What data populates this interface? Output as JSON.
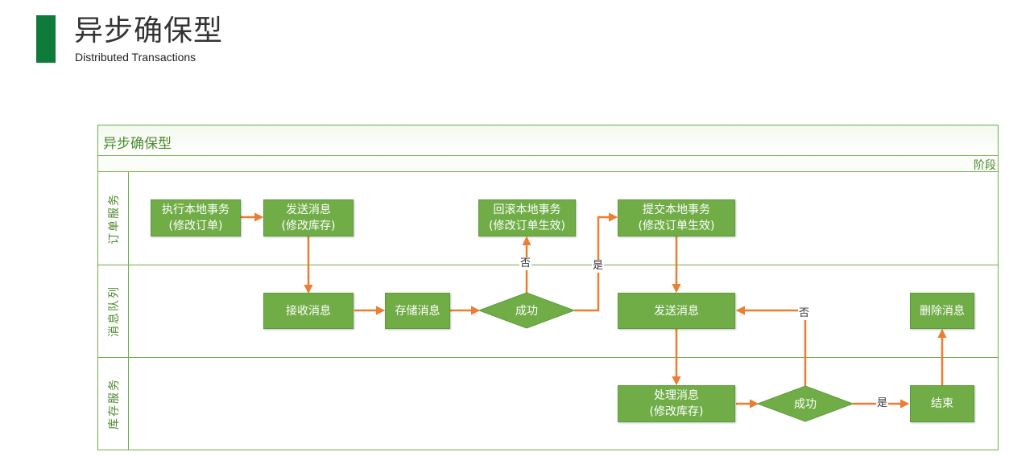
{
  "header": {
    "title": "异步确保型",
    "subtitle": "Distributed Transactions"
  },
  "pool": {
    "title": "异步确保型",
    "phase_label": "阶段"
  },
  "lanes": [
    {
      "label": "订单服务"
    },
    {
      "label": "消息队列"
    },
    {
      "label": "库存服务"
    }
  ],
  "nodes": {
    "exec_local_tx": {
      "line1": "执行本地事务",
      "line2": "(修改订单)"
    },
    "send_msg_1": {
      "line1": "发送消息",
      "line2": "(修改库存)"
    },
    "rollback_tx": {
      "line1": "回滚本地事务",
      "line2": "(修改订单生效)"
    },
    "commit_tx": {
      "line1": "提交本地事务",
      "line2": "(修改订单生效)"
    },
    "receive_msg": {
      "line1": "接收消息"
    },
    "store_msg": {
      "line1": "存储消息"
    },
    "success_1": {
      "line1": "成功"
    },
    "send_msg_2": {
      "line1": "发送消息"
    },
    "delete_msg": {
      "line1": "删除消息"
    },
    "process_msg": {
      "line1": "处理消息",
      "line2": "(修改库存)"
    },
    "success_2": {
      "line1": "成功"
    },
    "end": {
      "line1": "结束"
    }
  },
  "edge_labels": {
    "no_1": "否",
    "yes_1": "是",
    "no_2": "否",
    "yes_2": "是"
  },
  "colors": {
    "brand_green": "#0f7a3a",
    "node_fill": "#70ad47",
    "lane_border": "#70ad47",
    "arrow": "#ed7d31"
  }
}
